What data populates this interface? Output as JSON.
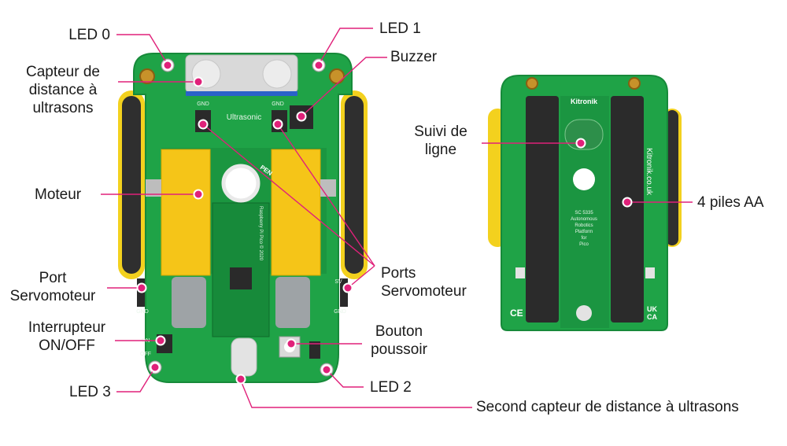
{
  "labels": {
    "led0": "LED 0",
    "led1": "LED 1",
    "capteur": [
      "Capteur de",
      "distance à",
      "ultrasons"
    ],
    "buzzer": "Buzzer",
    "moteur": "Moteur",
    "suivi": [
      "Suivi de",
      "ligne"
    ],
    "piles": "4 piles AA",
    "port_servo": [
      "Port",
      "Servomoteur"
    ],
    "ports_servo": [
      "Ports",
      "Servomoteur"
    ],
    "interrupteur": [
      "Interrupteur",
      "ON/OFF"
    ],
    "bouton": [
      "Bouton",
      "poussoir"
    ],
    "led3": "LED 3",
    "led2": "LED 2",
    "second_capteur": "Second capteur de distance à ultrasons"
  },
  "board_text": {
    "ultrasonic": "Ultrasonic",
    "pen": "PEN",
    "gnd": "GND",
    "sv": "SV",
    "on": "ON",
    "off": "OFF",
    "pico": "Raspberry Pi Pico © 2020",
    "kitronik": "Kitronik",
    "kitronik_url": "Kitronik.co.uk",
    "product": [
      "SC 5335",
      "Autonomous",
      "Robotics",
      "Platform",
      "for",
      "Pico"
    ],
    "ce": "CE",
    "ukca": [
      "UK",
      "CA"
    ]
  },
  "colors": {
    "pcb": "#1fa347",
    "pcb_dark": "#178a3a",
    "motor": "#f5c518",
    "wheel": "#333333",
    "wheel_rim": "#f3d11e",
    "marker": "#e0217a",
    "line": "#e0217a",
    "pico": "#178a3a",
    "battery": "#2b2b2b"
  }
}
